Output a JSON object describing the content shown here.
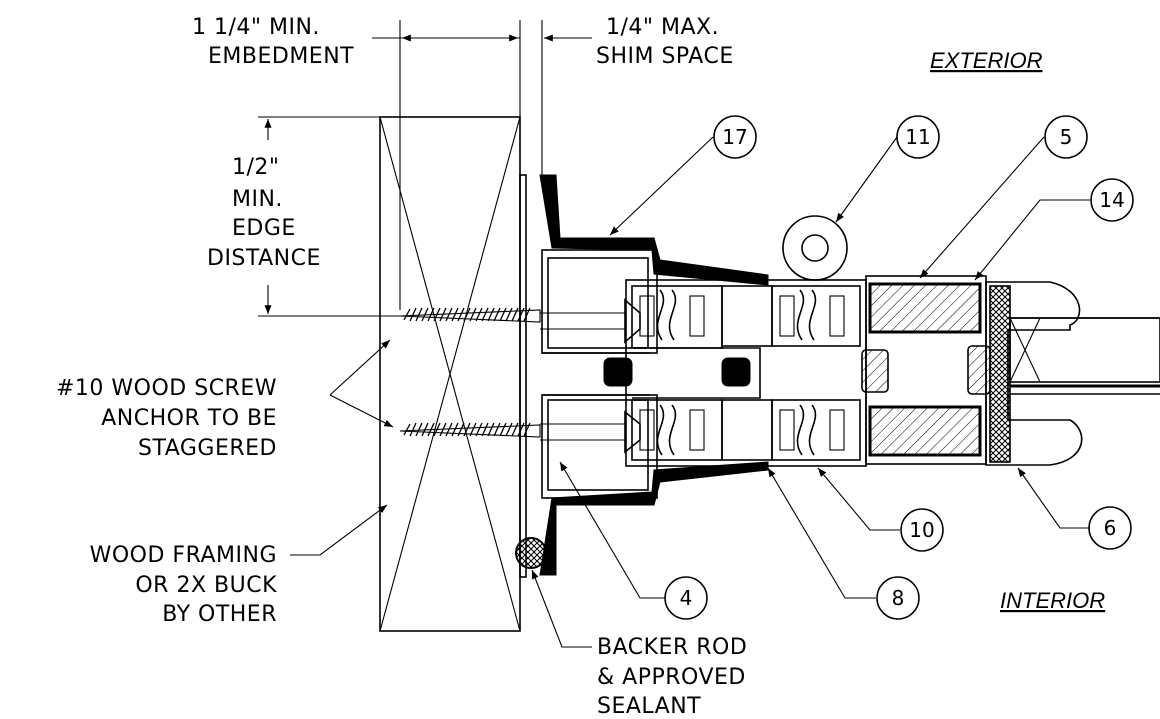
{
  "labels": {
    "embedment_line1": "1 1/4\" MIN.",
    "embedment_line2": "EMBEDMENT",
    "shim_line1": "1/4\" MAX.",
    "shim_line2": "SHIM SPACE",
    "exterior": "EXTERIOR",
    "interior": "INTERIOR",
    "edge_line1": "1/2\"",
    "edge_line2": "MIN.",
    "edge_line3": "EDGE",
    "edge_line4": "DISTANCE",
    "screw_line1": "#10 WOOD SCREW",
    "screw_line2": "ANCHOR TO BE",
    "screw_line3": "STAGGERED",
    "framing_line1": "WOOD FRAMING",
    "framing_line2": "OR 2X BUCK",
    "framing_line3": "BY OTHER",
    "backer_line1": "BACKER ROD",
    "backer_line2": "& APPROVED",
    "backer_line3": "SEALANT"
  },
  "callouts": [
    "17",
    "11",
    "5",
    "14",
    "10",
    "6",
    "4",
    "8"
  ]
}
